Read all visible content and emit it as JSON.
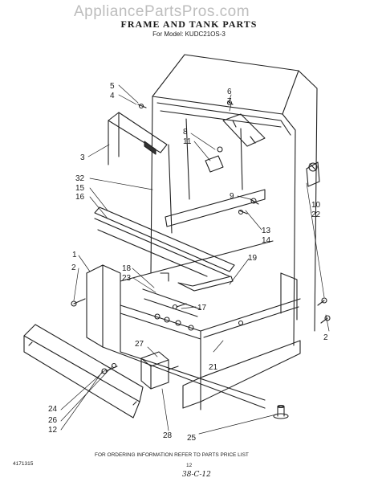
{
  "watermark": "AppliancePartsPros.com",
  "header": {
    "title": "FRAME AND TANK PARTS",
    "subtitle": "For Model: KUDC21OS-3"
  },
  "callouts": {
    "c1": "1",
    "c2a": "2",
    "c2b": "2",
    "c3": "3",
    "c4": "4",
    "c5": "5",
    "c6": "6",
    "c7": "7",
    "c8": "8",
    "c9": "9",
    "c10": "10",
    "c11": "11",
    "c12": "12",
    "c13": "13",
    "c14": "14",
    "c15": "15",
    "c16": "16",
    "c17": "17",
    "c18": "18",
    "c19": "19",
    "c21": "21",
    "c22": "22",
    "c23": "23",
    "c24": "24",
    "c25": "25",
    "c26": "26",
    "c27": "27",
    "c28": "28",
    "c32": "32"
  },
  "footer": {
    "code": "4171315",
    "instruction": "FOR ORDERING INFORMATION REFER TO PARTS PRICE LIST",
    "page_number": "12",
    "handwritten": "38-C-12"
  }
}
